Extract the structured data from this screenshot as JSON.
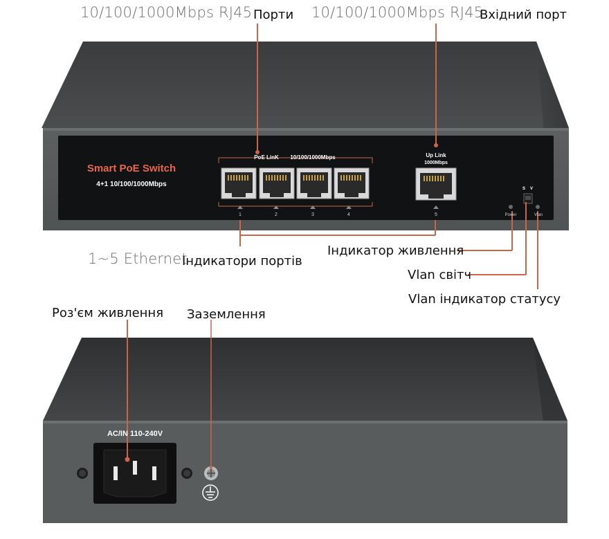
{
  "callouts": {
    "ports_spec": "10/100/1000Mbps RJ45",
    "ports_label": "Порти",
    "uplink_spec": "10/100/1000Mbps RJ45",
    "uplink_label": "Вхідний порт",
    "ethernet_spec": "1~5 Ethernet",
    "ethernet_label": "Індикатори портів",
    "power_indicator": "Індикатор живлення",
    "vlan_switch": "Vlan світч",
    "vlan_status": "Vlan індикатор статусу",
    "power_connector": "Роз'єм живлення",
    "ground": "Заземлення"
  },
  "front_panel": {
    "brand": "Smart PoE Switch",
    "model": "4+1 10/100/1000Mbps",
    "poe_link": "PoE LinK",
    "speed": "10/100/1000Mbps",
    "port_numbers": [
      "1",
      "2",
      "3",
      "4"
    ],
    "uplink_title": "Up Link",
    "uplink_speed": "1000Mbps",
    "uplink_number": "5",
    "switch_s": "S",
    "switch_v": "V",
    "power_led": "Power",
    "vlan_led": "Vlan"
  },
  "back_panel": {
    "ac_label": "AC/IN 110-240V"
  },
  "colors": {
    "accent": "#c8664a",
    "brand_text": "#e8664a",
    "case": "#555859"
  }
}
